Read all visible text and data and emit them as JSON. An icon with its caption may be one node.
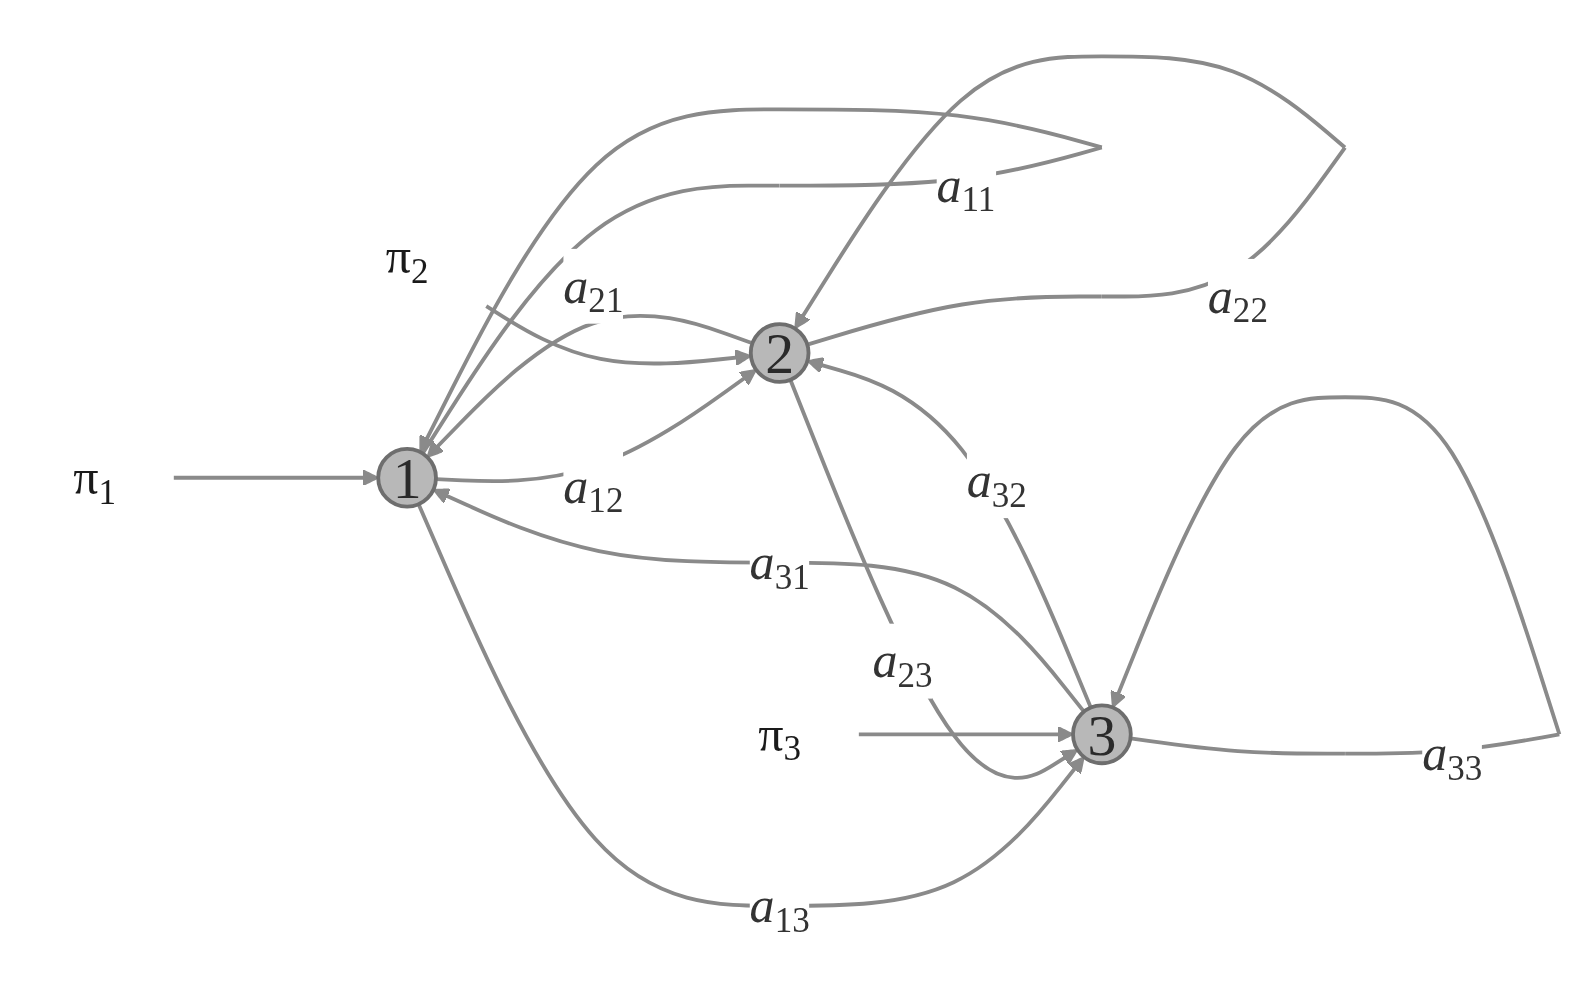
{
  "diagram": {
    "nodes": [
      {
        "text": [
          "π$_{1}$"
        ]
      },
      {
        "text": [
          "1"
        ]
      },
      {
        "text": [
          "2"
        ]
      },
      {
        "text": [
          "π$_{2}$"
        ]
      },
      {
        "text": [
          "3"
        ]
      },
      {
        "text": [
          "π$_{3}$"
        ]
      }
    ],
    "edges": [
      {
        "from": 1,
        "to": 1,
        "arrow": "to",
        "label": "a$_{11}$"
      },
      {
        "from": 1,
        "to": 2,
        "arrow": "to",
        "label": "a$_{12}$"
      },
      {
        "from": 2,
        "to": 2,
        "arrow": "to",
        "label": "a$_{22}$"
      },
      {
        "from": 0,
        "to": 1,
        "arrow": "to"
      },
      {
        "from": 2,
        "to": 1,
        "arrow": "to",
        "label": "a$_{21}$"
      },
      {
        "from": 3,
        "to": 2,
        "arrow": "to"
      },
      {
        "from": 4,
        "to": 1,
        "arrow": "to",
        "label": "a$_{31}$"
      },
      {
        "from": 4,
        "to": 2,
        "arrow": "to",
        "label": "a$_{32}$"
      },
      {
        "from": 1,
        "to": 4,
        "arrow": "to",
        "label": "a$_{13}$"
      },
      {
        "from": 2,
        "to": 4,
        "arrow": "to",
        "label": "a$_{23}$"
      },
      {
        "from": 5,
        "to": 4,
        "arrow": "to"
      },
      {
        "from": 4,
        "to": 4,
        "arrow": "to",
        "label": "a$_{33}$"
      }
    ]
  }
}
